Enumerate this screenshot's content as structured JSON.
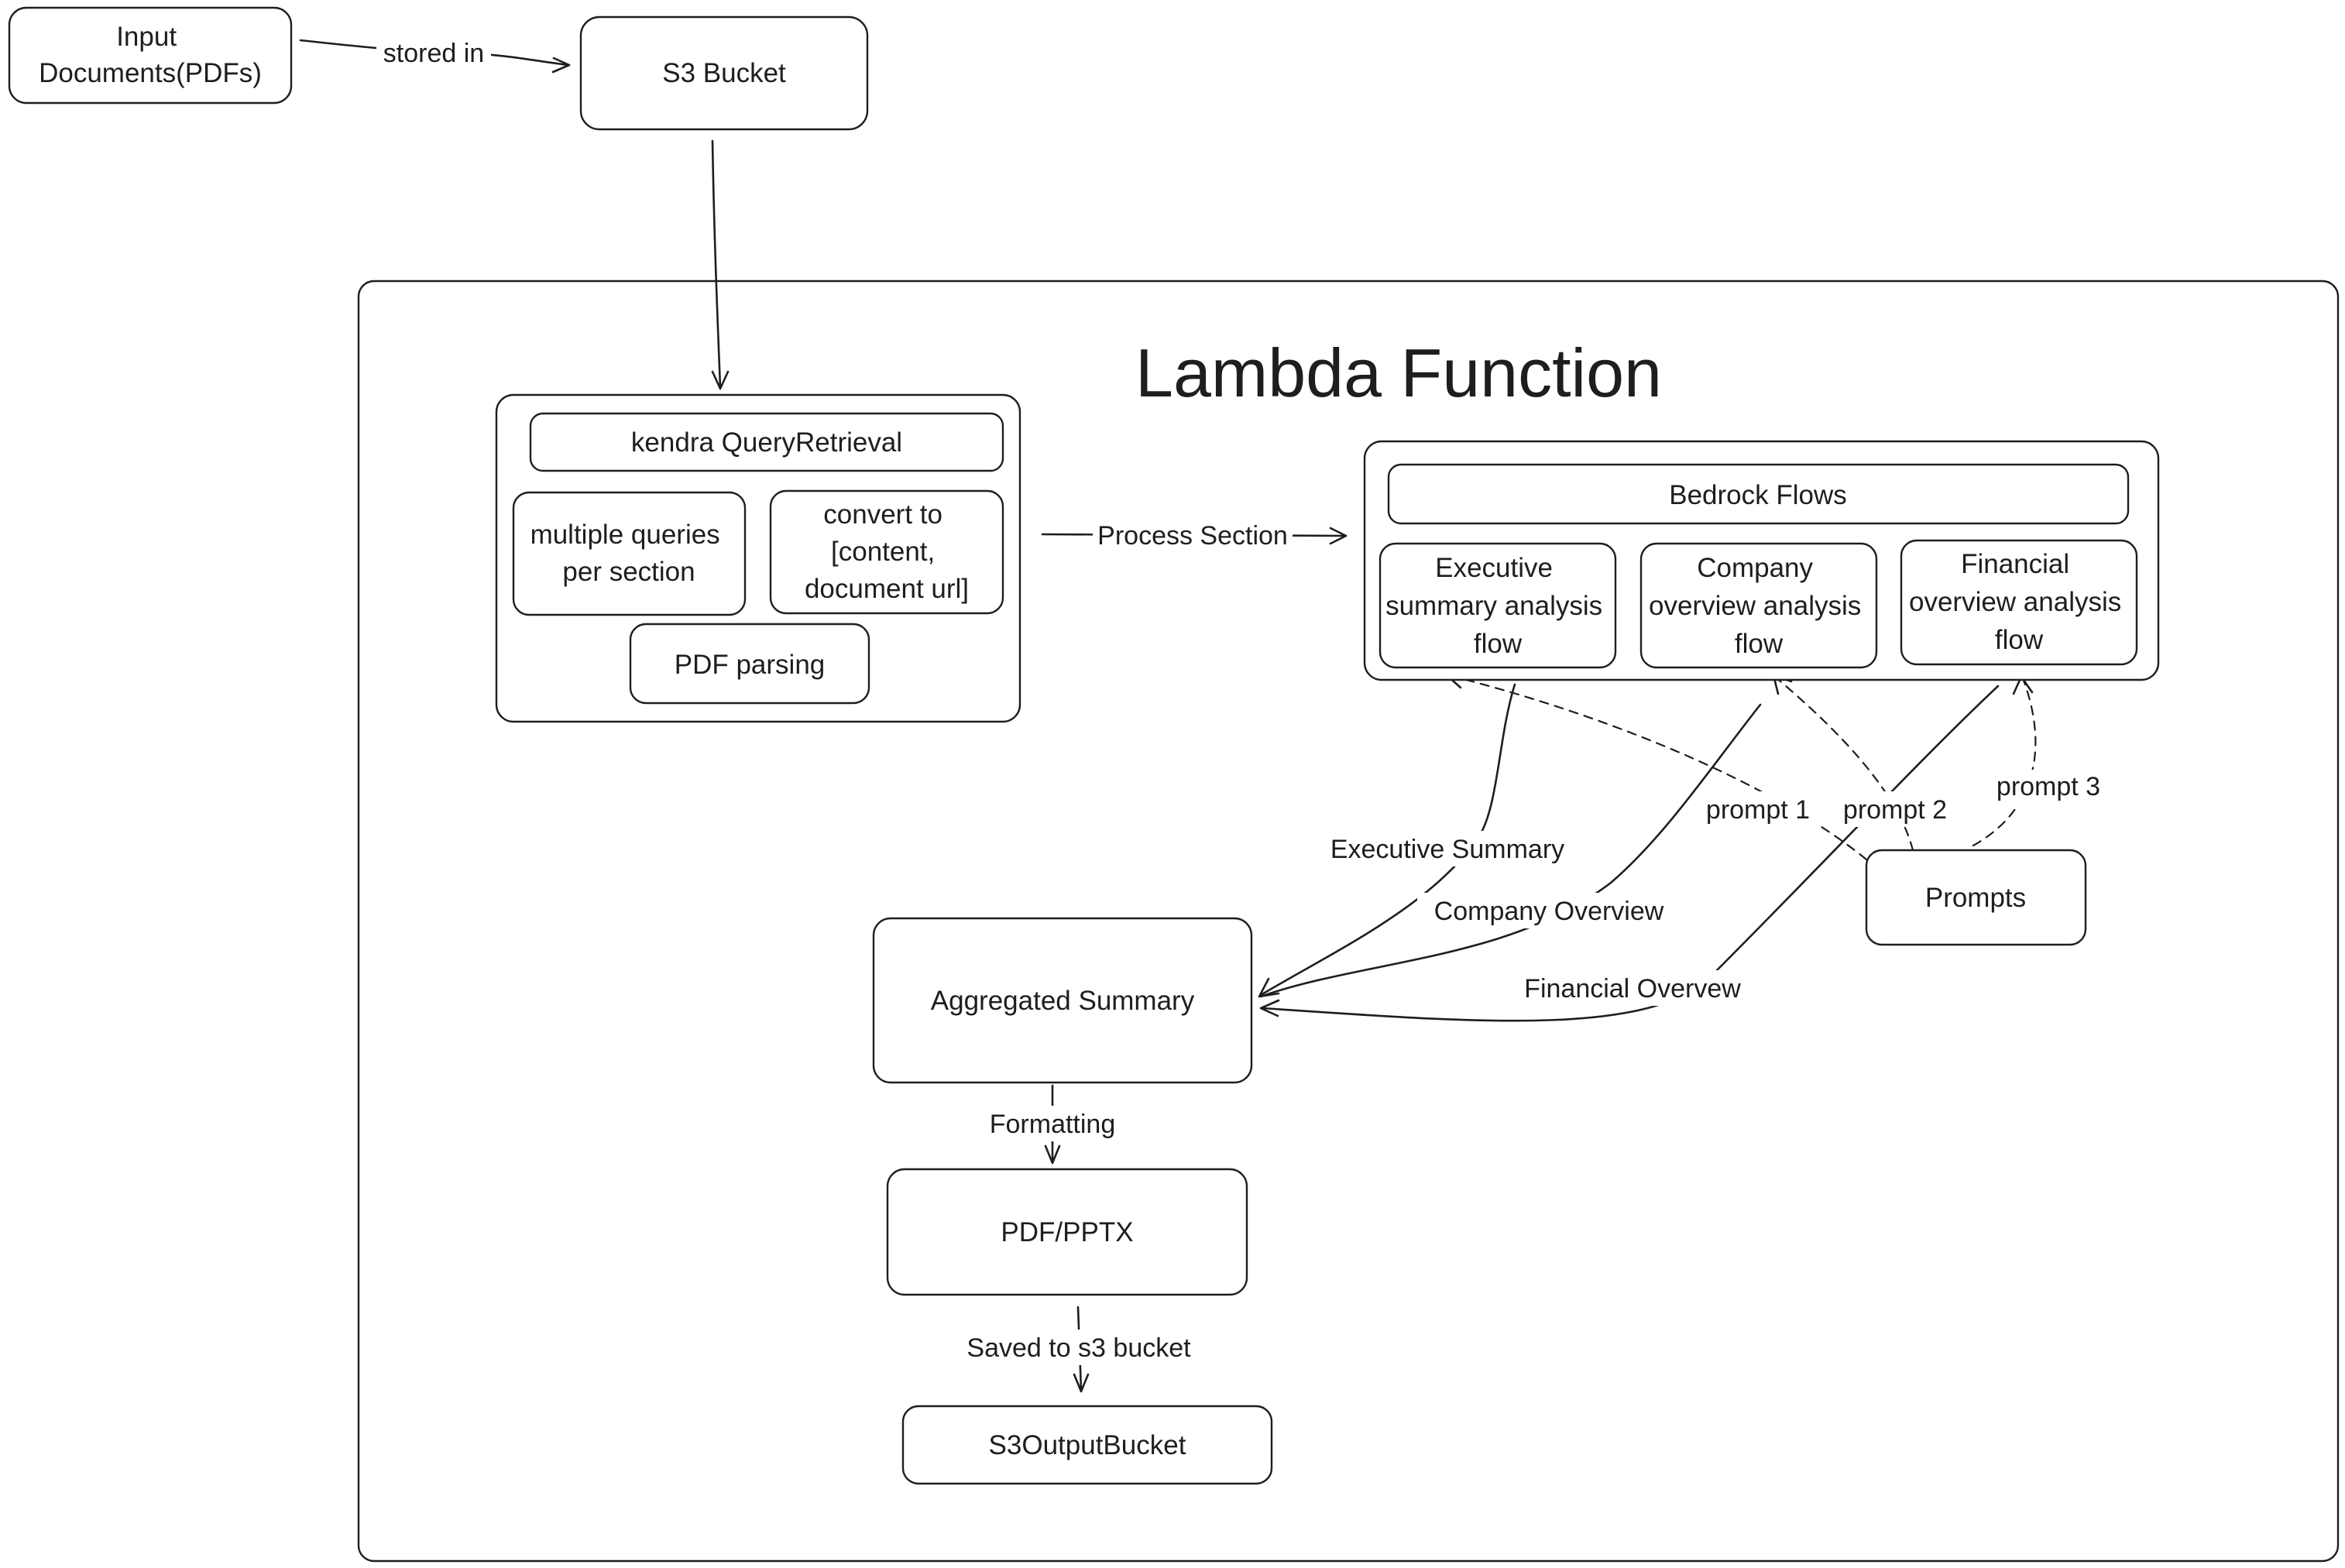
{
  "title": "Lambda Function",
  "nodes": {
    "input_docs": [
      "Input",
      "Documents(PDFs)"
    ],
    "s3_bucket": [
      "S3 Bucket"
    ],
    "kendra": [
      "kendra QueryRetrieval"
    ],
    "multi_queries": [
      "multiple queries",
      "per section"
    ],
    "convert": [
      "convert to",
      "[content,",
      "document url]"
    ],
    "pdf_parsing": [
      "PDF parsing"
    ],
    "bedrock": [
      "Bedrock Flows"
    ],
    "exec_flow": [
      "Executive",
      "summary analysis",
      "flow"
    ],
    "company_flow": [
      "Company",
      "overview analysis",
      "flow"
    ],
    "financial_flow": [
      "Financial",
      "overview analysis",
      "flow"
    ],
    "prompts": [
      "Prompts"
    ],
    "aggregated": [
      "Aggregated Summary"
    ],
    "pdf_pptx": [
      "PDF/PPTX"
    ],
    "s3_output": [
      "S3OutputBucket"
    ]
  },
  "edge_labels": {
    "stored_in": "stored in",
    "process_section": "Process Section",
    "executive_summary": "Executive Summary",
    "company_overview": "Company Overview",
    "financial_overview": "Financial Overvew",
    "prompt_1": "prompt 1",
    "prompt_2": "prompt 2",
    "prompt_3": "prompt 3",
    "formatting": "Formatting",
    "saved_to_s3": "Saved to s3 bucket"
  },
  "colors": {
    "stroke": "#1e1e1e",
    "background": "#ffffff"
  }
}
